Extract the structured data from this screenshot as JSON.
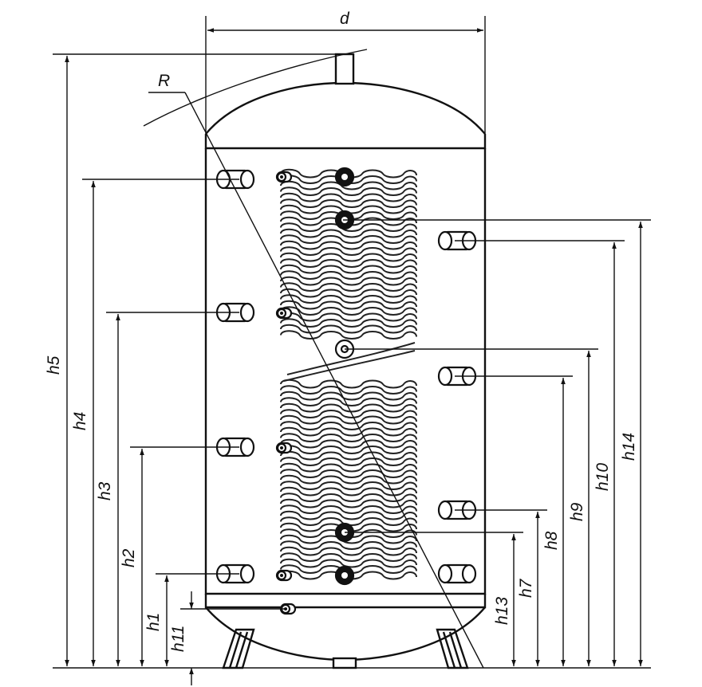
{
  "labels": {
    "d": "d",
    "R": "R",
    "h1": "h1",
    "h2": "h2",
    "h3": "h3",
    "h4": "h4",
    "h5": "h5",
    "h7": "h7",
    "h8": "h8",
    "h9": "h9",
    "h10": "h10",
    "h11": "h11",
    "h13": "h13",
    "h14": "h14"
  }
}
